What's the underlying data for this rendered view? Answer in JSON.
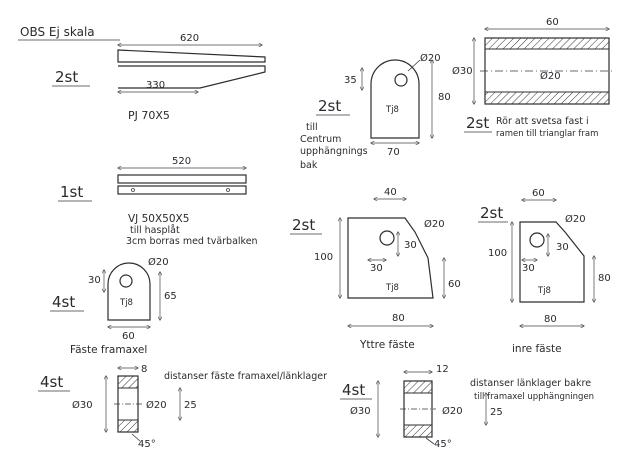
{
  "header": {
    "note": "OBS Ej skala"
  },
  "parts": {
    "pj_profile": {
      "count": "2st",
      "len_total": "620",
      "len_short": "330",
      "label": "PJ 70X5"
    },
    "vj_profile": {
      "count": "1st",
      "len": "520",
      "label": "VJ 50X50X5",
      "note1": "till hasplåt",
      "note2": "3cm borras med tvärbalken"
    },
    "centrum_plate": {
      "count": "2st",
      "hole": "Ø20",
      "h_top": "35",
      "h_total": "80",
      "width": "70",
      "material": "Tj8",
      "note1": "till",
      "note2": "Centrum",
      "note3": "upphängnings",
      "note4": "bak"
    },
    "tube": {
      "count": "2st",
      "len": "60",
      "outer": "Ø30",
      "inner": "Ø20",
      "note1": "Rör att svetsa fast i",
      "note2": "ramen till trianglar fram"
    },
    "outer_bracket": {
      "count": "2st",
      "w_top": "40",
      "hole": "Ø20",
      "h_total": "100",
      "h_hole": "30",
      "x_hole": "30",
      "h_right": "60",
      "width": "80",
      "material": "Tj8",
      "label": "Yttre fäste"
    },
    "inner_bracket": {
      "count": "2st",
      "w_top": "60",
      "hole": "Ø20",
      "h_total": "100",
      "h_hole": "30",
      "x_hole": "30",
      "h_right": "80",
      "width": "80",
      "material": "Tj8",
      "label": "inre fäste"
    },
    "front_bracket": {
      "count": "4st",
      "hole": "Ø20",
      "h_hole": "30",
      "h_total": "65",
      "width": "60",
      "material": "Tj8",
      "label": "Fäste framaxel"
    },
    "spacer_front": {
      "count": "4st",
      "len": "8",
      "outer": "Ø30",
      "inner": "Ø20",
      "h": "25",
      "chamfer": "45°",
      "label": "distanser fäste framaxel/länklager"
    },
    "spacer_rear": {
      "count": "4st",
      "len": "12",
      "outer": "Ø30",
      "inner": "Ø20",
      "h": "25",
      "chamfer": "45°",
      "label1": "distanser länklager bakre",
      "label2": "till framaxel upphängningen"
    }
  }
}
